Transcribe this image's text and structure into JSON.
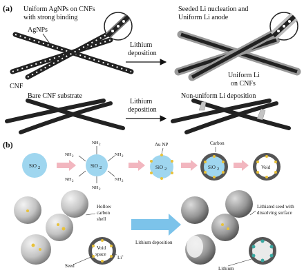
{
  "panel_a": {
    "label": "(a)",
    "top_left_title_1": "Uniform AgNPs on CNFs",
    "top_left_title_2": "with strong binding",
    "agnps_label": "AgNPs",
    "cnf_label": "CNF",
    "top_right_title_1": "Seeded Li nucleation and",
    "top_right_title_2": "Uniform Li anode",
    "uniform_li_1": "Uniform Li",
    "uniform_li_2": "on CNFs",
    "arrow1_line1": "Lithium",
    "arrow1_line2": "deposition",
    "bottom_left_title": "Bare CNF substrate",
    "arrow2_line1": "Lithium",
    "arrow2_line2": "deposition",
    "bottom_right_title": "Non-uniform Li deposition"
  },
  "panel_b": {
    "label": "(b)",
    "sio2_1": "SiO",
    "sio2_2": "SiO",
    "sio2_3": "SiO",
    "sio2_4": "SiO",
    "sub2": "2",
    "nh2": "NH",
    "au_np": "Au NP",
    "carbon": "Carbon",
    "void": "Void",
    "hollow_1": "Hollow",
    "hollow_2": "carbon",
    "hollow_3": "shell",
    "seed": "Seed",
    "void_space_1": "Void",
    "void_space_2": "space",
    "li_plus": "Li",
    "plus": "+",
    "lithium_deposition": "Lithium deposition",
    "lithiated_1": "Lithiated seed with",
    "lithiated_2": "dissolving surface",
    "lithium": "Lithium"
  },
  "colors": {
    "sio2_blue": "#9fd6ef",
    "pink_arrow": "#f2b6bf",
    "blue_arrow": "#7cc3ea",
    "gold": "#e8c23a",
    "carbon_grey": "#555555"
  }
}
